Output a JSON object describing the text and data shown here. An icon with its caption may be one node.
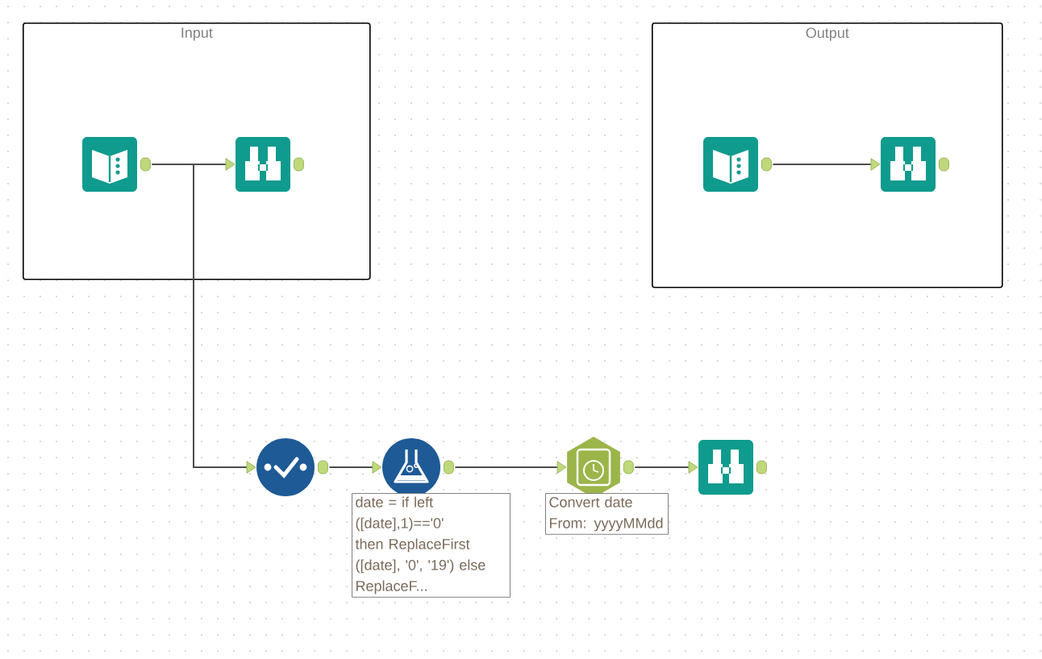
{
  "diagram": {
    "nodes": [
      {
        "text": [
          "Input"
        ]
      },
      {
        "text": [],
        "shape": "picture",
        "in": 0
      },
      {
        "text": [],
        "shape": "picture",
        "in": 0
      },
      {
        "text": [
          "Output"
        ]
      },
      {
        "text": [],
        "shape": "picture",
        "in": 3
      },
      {
        "text": [],
        "shape": "picture",
        "in": 3
      },
      {
        "text": [],
        "shape": "picture"
      },
      {
        "text": [],
        "shape": "picture",
        "beside": [
          "date = if left ([date],1)=='0' then ReplaceFirst ([date], '0', '19') else ReplaceF..."
        ]
      },
      {
        "text": [],
        "shape": "picture",
        "beside": [
          "Convert date From: yyyyMMdd"
        ]
      },
      {
        "text": [],
        "shape": "picture"
      }
    ],
    "edges": [
      {
        "from": 1,
        "to": 2,
        "arrow": "to"
      },
      {
        "from": 1,
        "to": 6,
        "arrow": "to"
      },
      {
        "from": 4,
        "to": 5,
        "arrow": "to"
      },
      {
        "from": 6,
        "to": 7,
        "arrow": "to"
      },
      {
        "from": 7,
        "to": 8,
        "arrow": "to"
      },
      {
        "from": 8,
        "to": 9,
        "arrow": "to"
      }
    ]
  }
}
